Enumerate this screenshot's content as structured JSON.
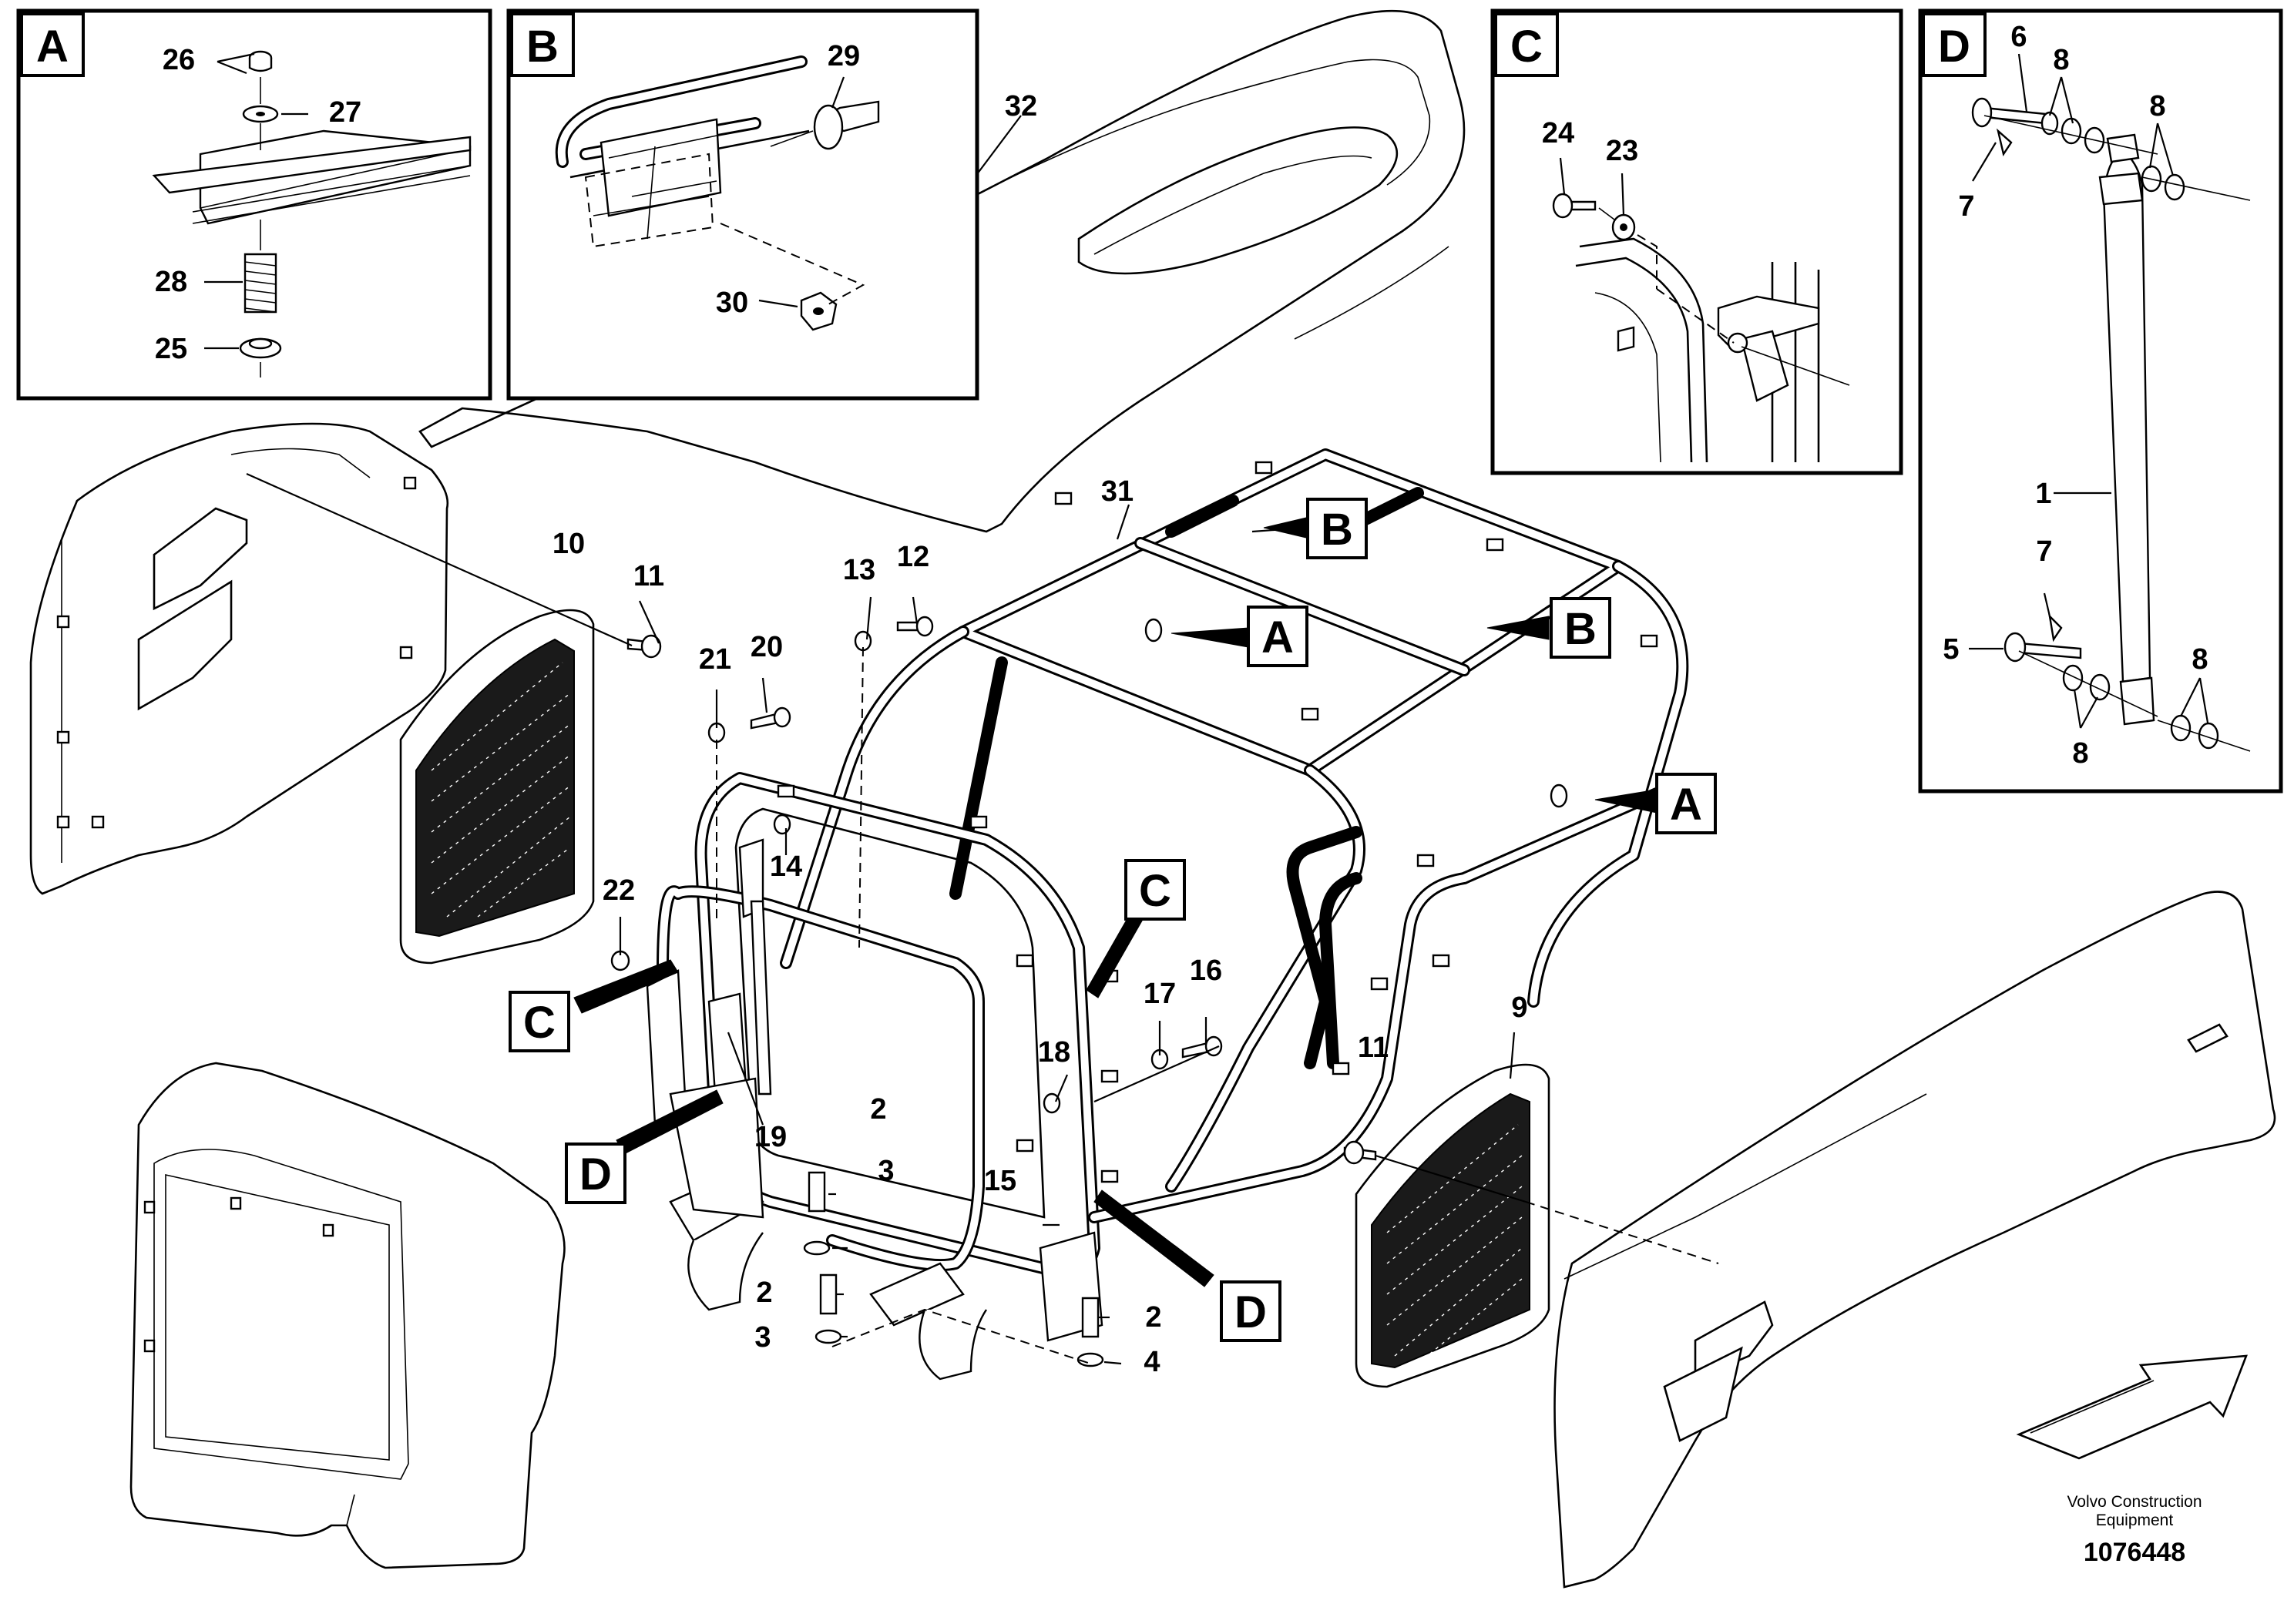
{
  "detail_views": {
    "A": {
      "tag": "A",
      "callouts": [
        "26",
        "27",
        "28",
        "25"
      ]
    },
    "B": {
      "tag": "B",
      "callouts": [
        "29",
        "30"
      ]
    },
    "C": {
      "tag": "C",
      "callouts": [
        "24",
        "23"
      ]
    },
    "D": {
      "tag": "D",
      "callouts": [
        "6",
        "8",
        "8",
        "7",
        "1",
        "7",
        "5",
        "8",
        "8"
      ]
    }
  },
  "reference_labels": [
    "A",
    "A",
    "B",
    "B",
    "C",
    "C",
    "D",
    "D"
  ],
  "main_callouts": [
    "32",
    "31",
    "10",
    "11",
    "13",
    "12",
    "21",
    "20",
    "22",
    "14",
    "17",
    "16",
    "18",
    "19",
    "2",
    "3",
    "15",
    "2",
    "3",
    "2",
    "4",
    "9",
    "11"
  ],
  "footer": {
    "brand_line1": "Volvo Construction",
    "brand_line2": "Equipment",
    "document_number": "1076448"
  }
}
